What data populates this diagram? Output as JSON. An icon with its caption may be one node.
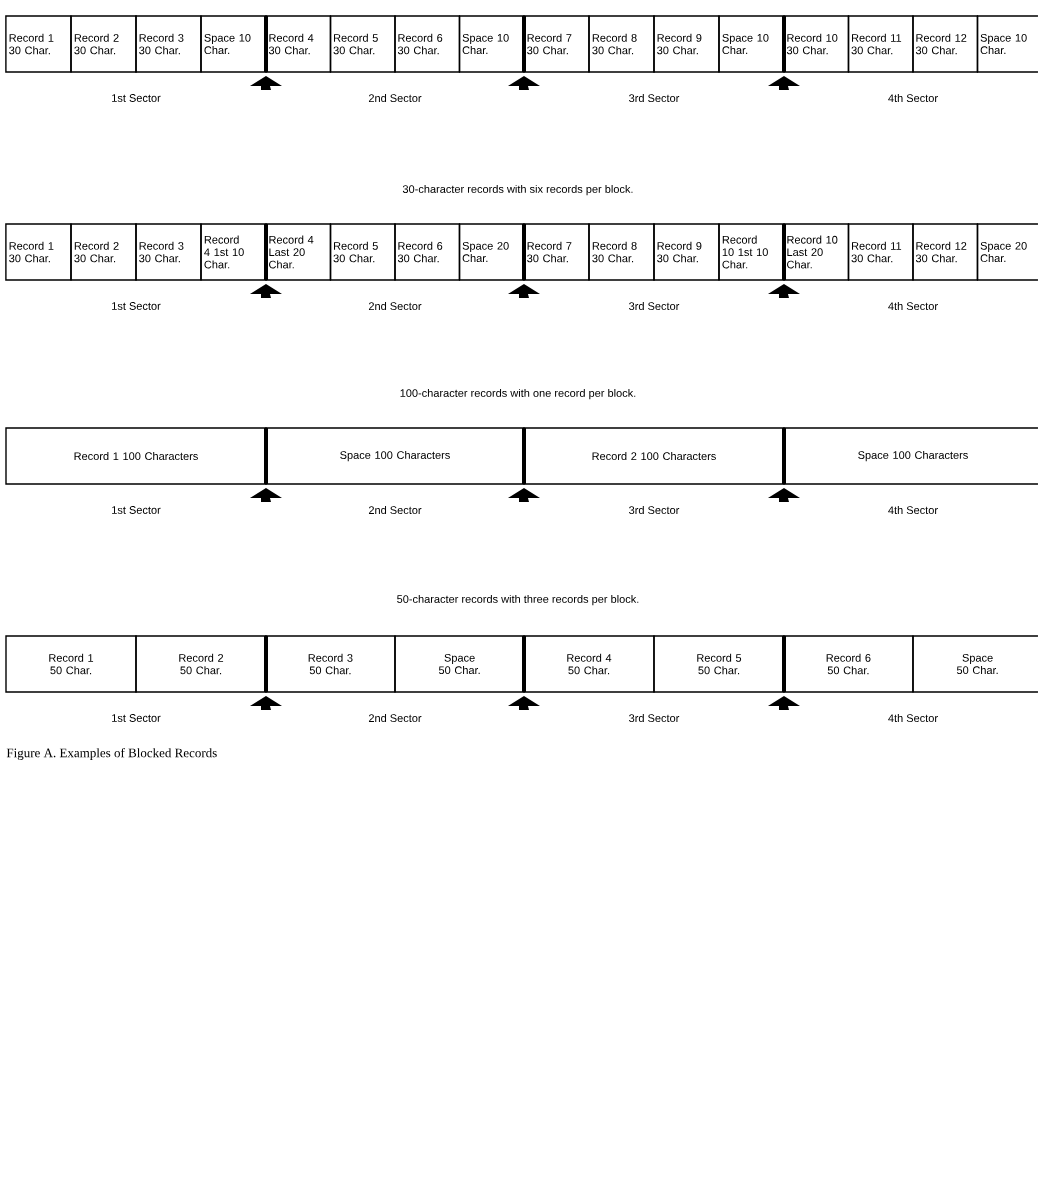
{
  "diagram": {
    "caption": "Figure A. Examples of Blocked Records",
    "nodes": [
      {
        "text": [
          "Record 1 30 Char."
        ]
      },
      {
        "text": [
          "Record 2 30 Char."
        ]
      },
      {
        "text": [
          "Record 3 30 Char."
        ]
      },
      {
        "text": [
          "Space 10 Char."
        ]
      },
      {
        "text": [
          "Record 4 30 Char."
        ]
      },
      {
        "text": [
          "Record 5 30 Char."
        ]
      },
      {
        "text": [
          "Record 6 30 Char."
        ]
      },
      {
        "text": [
          "Space 10 Char."
        ]
      },
      {
        "text": [
          "Record 7 30 Char."
        ]
      },
      {
        "text": [
          "Record 8 30 Char."
        ]
      },
      {
        "text": [
          "Record 9 30 Char."
        ]
      },
      {
        "text": [
          "Space 10 Char."
        ]
      },
      {
        "text": [
          "Record 10 30 Char."
        ]
      },
      {
        "text": [
          "Record 11 30 Char."
        ]
      },
      {
        "text": [
          "Record 12 30 Char."
        ]
      },
      {
        "text": [
          "Space 10 Char."
        ]
      },
      {
        "text": [
          "Record 1 30 Char."
        ]
      },
      {
        "text": [
          "Record 2 30 Char."
        ]
      },
      {
        "text": [
          "Record 3 30 Char."
        ]
      },
      {
        "text": [
          "Record 4 1st 10 Char."
        ]
      },
      {
        "text": [
          "Record 4 Last 20 Char."
        ]
      },
      {
        "text": [
          "Record 5 30 Char."
        ]
      },
      {
        "text": [
          "Record 6 30 Char."
        ]
      },
      {
        "text": [
          "Space 20 Char."
        ]
      },
      {
        "text": [
          "Record 7 30 Char."
        ]
      },
      {
        "text": [
          "Record 8 30 Char."
        ]
      },
      {
        "text": [
          "Record 9 30 Char."
        ]
      },
      {
        "text": [
          "Record 10 1st 10 Char."
        ]
      },
      {
        "text": [
          "Record 10 Last 20 Char."
        ]
      },
      {
        "text": [
          "Record 11 30 Char."
        ]
      },
      {
        "text": [
          "Record 12 30 Char."
        ]
      },
      {
        "text": [
          "Space 20 Char."
        ]
      },
      {
        "text": [
          "Record 1 100 Characters"
        ]
      },
      {
        "text": [
          "Space 100 Characters"
        ]
      },
      {
        "text": [
          "Record 2 100 Characters"
        ]
      },
      {
        "text": [
          "Space 100 Characters"
        ]
      },
      {
        "text": [
          "Record 1 50 Char."
        ]
      },
      {
        "text": [
          "Record 2 50 Char."
        ]
      },
      {
        "text": [
          "Record 3 50 Char."
        ]
      },
      {
        "text": [
          "Space 50 Char."
        ]
      },
      {
        "text": [
          "Record 4 50 Char."
        ]
      },
      {
        "text": [
          "Record 5 50 Char."
        ]
      },
      {
        "text": [
          "Record 6 50 Char."
        ]
      },
      {
        "text": [
          "Space 50 Char."
        ]
      }
    ],
    "labels": [
      "1st Sector",
      "2nd Sector",
      "3rd Sector",
      "4th Sector",
      "30-character records with six records per block.",
      "1st Sector",
      "2nd Sector",
      "3rd Sector",
      "4th Sector",
      "100-character records with one record per block.",
      "1st Sector",
      "2nd Sector",
      "3rd Sector",
      "4th Sector",
      "50-character records with three records per block.",
      "1st Sector",
      "2nd Sector",
      "3rd Sector",
      "4th Sector"
    ]
  }
}
